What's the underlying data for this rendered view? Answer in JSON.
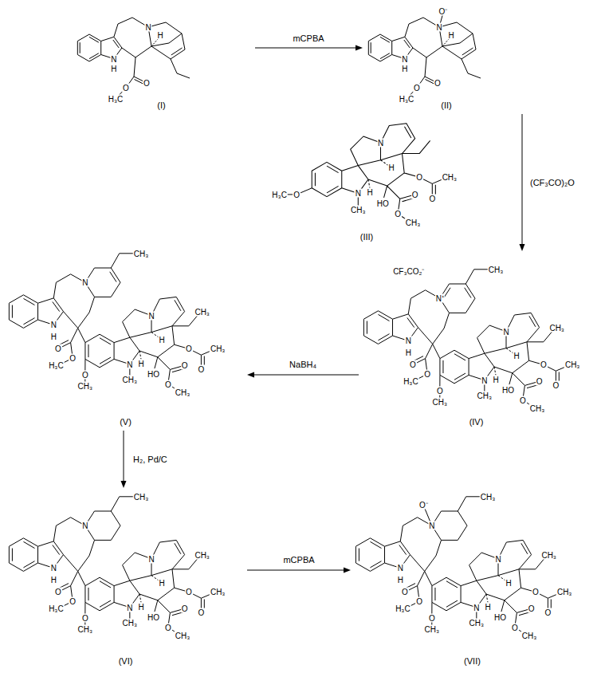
{
  "diagram": {
    "nodes": [
      {
        "text": [
          "(I)"
        ]
      },
      {
        "text": [
          "(II)"
        ]
      },
      {
        "text": [
          "(III)"
        ]
      },
      {
        "text": [
          "(IV)"
        ]
      },
      {
        "text": [
          "(V)"
        ]
      },
      {
        "text": [
          "(VI)"
        ]
      },
      {
        "text": [
          "(VII)"
        ]
      }
    ],
    "edges": [
      {
        "from": 0,
        "to": 1,
        "label": "mCPBA",
        "arrow": "to"
      },
      {
        "from": 1,
        "to": 3,
        "label": "(CF₃CO)₂O",
        "arrow": "to"
      },
      {
        "from": 3,
        "to": 4,
        "label": "NaBH₄",
        "arrow": "to"
      },
      {
        "from": 4,
        "to": 5,
        "label": "H₂, Pd/C",
        "arrow": "to"
      },
      {
        "from": 5,
        "to": 6,
        "label": "mCPBA",
        "arrow": "to"
      }
    ],
    "labels": [
      "N",
      "H",
      "N",
      "H",
      "O",
      "O",
      "H₃C",
      "N",
      "H",
      "N",
      "H",
      "O",
      "O",
      "H₃C",
      "O⁻",
      "H₃C",
      "O",
      "N",
      "CH₃",
      "H",
      "N",
      "H",
      "HO",
      "O",
      "O",
      "CH₃",
      "O",
      "O",
      "CH₃",
      "N",
      "H",
      "N⁺",
      "O",
      "O",
      "H₃C",
      "CH₃",
      "CF₃CO₂⁻",
      "O",
      "CH₃",
      "N",
      "CH₃",
      "H",
      "N",
      "H",
      "HO",
      "O",
      "O",
      "CH₃",
      "O",
      "O",
      "CH₃",
      "CH₃",
      "N",
      "H",
      "N",
      "O",
      "O",
      "H₃C",
      "CH₃",
      "O",
      "CH₃",
      "N",
      "CH₃",
      "H",
      "N",
      "H",
      "HO",
      "O",
      "O",
      "CH₃",
      "O",
      "O",
      "CH₃",
      "CH₃",
      "N",
      "H",
      "N",
      "O",
      "O",
      "H₃C",
      "CH₃",
      "O",
      "CH₃",
      "N",
      "CH₃",
      "H",
      "N",
      "H",
      "HO",
      "O",
      "O",
      "CH₃",
      "O",
      "O",
      "CH₃",
      "CH₃",
      "N",
      "H",
      "N",
      "O",
      "O",
      "H₃C",
      "CH₃",
      "O⁻",
      "O",
      "CH₃",
      "N",
      "CH₃",
      "H",
      "N",
      "H",
      "HO",
      "O",
      "O",
      "CH₃",
      "O",
      "O",
      "CH₃",
      "CH₃"
    ]
  }
}
